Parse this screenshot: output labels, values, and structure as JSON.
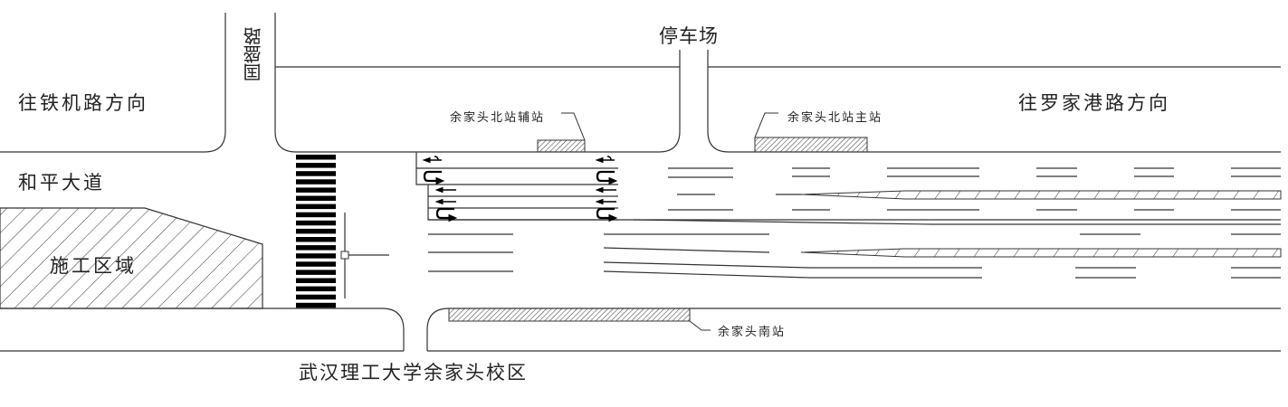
{
  "labels": {
    "west_direction": "往铁机路方向",
    "main_road": "和平大道",
    "construction_zone": "施工区域",
    "cross_road": "国盛路",
    "parking": "停车场",
    "east_direction": "往罗家港路方向",
    "north_aux_stop": "余家头北站辅站",
    "north_main_stop": "余家头北站主站",
    "south_stop": "余家头南站",
    "campus": "武汉理工大学余家头校区"
  },
  "colors": {
    "line": "#333333",
    "fill": "#000000"
  }
}
